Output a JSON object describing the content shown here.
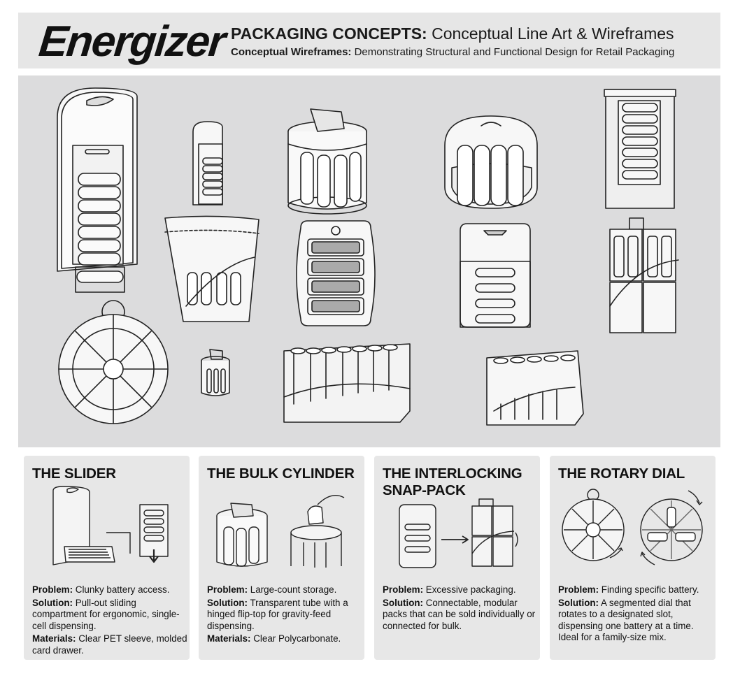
{
  "header": {
    "logo": "Energizer",
    "title_bold": "PACKAGING CONCEPTS:",
    "title_rest": " Conceptual Line Art & Wireframes",
    "subtitle_bold": "Conceptual Wireframes:",
    "subtitle_rest": " Demonstrating Structural and Functional Design for Retail Packaging"
  },
  "labels": {
    "problem": "Problem:",
    "solution": "Solution:",
    "materials": "Materials:"
  },
  "cards": [
    {
      "title": "THE SLIDER",
      "problem": " Clunky battery access.",
      "solution": " Pull-out sliding compartment for ergonomic, single-cell dispensing.",
      "materials": " Clear PET sleeve, molded card drawer."
    },
    {
      "title": "THE BULK CYLINDER",
      "problem": " Large-count storage.",
      "solution": " Transparent tube with a hinged flip-top for gravity-feed dispensing.",
      "materials": " Clear Polycarbonate."
    },
    {
      "title": "THE INTERLOCKING SNAP-PACK",
      "problem": " Excessive packaging.",
      "solution": " Connectable, modular packs that can be sold individually or connected for bulk.",
      "materials": ""
    },
    {
      "title": "THE ROTARY DIAL",
      "problem": " Finding specific battery.",
      "solution": " A segmented dial that rotates to a designated slot, dispensing one battery at a time. Ideal for a family-size mix.",
      "materials": ""
    }
  ],
  "colors": {
    "header_bg": "#e6e6e6",
    "gallery_bg": "#dcdcdd",
    "card_bg": "#e7e7e7",
    "ink": "#1a1a1a"
  }
}
